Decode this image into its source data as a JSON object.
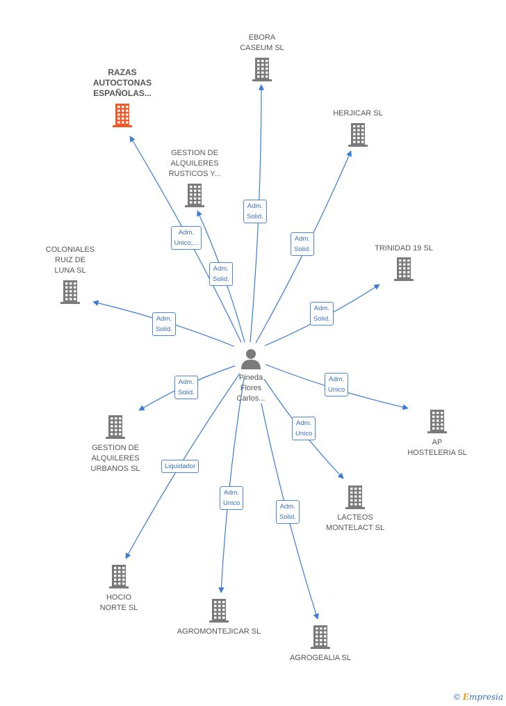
{
  "colors": {
    "edge": "#3a7bd5",
    "building": "#7a7a7a",
    "building_highlight": "#f05a28"
  },
  "center": {
    "name": "Pineda Flores Carlos...",
    "lines": [
      "Pineda",
      "Flores",
      "Carlos..."
    ],
    "icon": "person-icon"
  },
  "companies": [
    {
      "id": "razas",
      "lines": [
        "RAZAS",
        "AUTOCTONAS",
        "ESPAÑOLAS..."
      ],
      "highlight": true,
      "role": [
        "Adm.",
        "Unico,..."
      ]
    },
    {
      "id": "ebora",
      "lines": [
        "EBORA",
        "CASEUM  SL"
      ],
      "highlight": false,
      "role": [
        "Adm.",
        "Solid."
      ]
    },
    {
      "id": "herjicar",
      "lines": [
        "HERJICAR SL"
      ],
      "highlight": false,
      "role": [
        "Adm.",
        "Solid."
      ]
    },
    {
      "id": "gestion-rusticos",
      "lines": [
        "GESTION DE",
        "ALQUILERES",
        "RUSTICOS Y..."
      ],
      "highlight": false,
      "role": [
        "Adm.",
        "Solid."
      ]
    },
    {
      "id": "trinidad",
      "lines": [
        "TRINIDAD 19  SL"
      ],
      "highlight": false,
      "role": [
        "Adm.",
        "Solid."
      ]
    },
    {
      "id": "coloniales",
      "lines": [
        "COLONIALES",
        "RUIZ DE",
        "LUNA  SL"
      ],
      "highlight": false,
      "role": [
        "Adm.",
        "Solid."
      ]
    },
    {
      "id": "gestion-urbanos",
      "lines": [
        "GESTION DE",
        "ALQUILERES",
        "URBANOS  SL"
      ],
      "highlight": false,
      "role": [
        "Adm.",
        "Solid."
      ]
    },
    {
      "id": "ap-hosteleria",
      "lines": [
        "AP",
        "HOSTELERIA SL"
      ],
      "highlight": false,
      "role": [
        "Adm.",
        "Unico"
      ]
    },
    {
      "id": "lacteos",
      "lines": [
        "LACTEOS",
        "MONTELACT  SL"
      ],
      "highlight": false,
      "role": [
        "Adm.",
        "Unico"
      ]
    },
    {
      "id": "hocio",
      "lines": [
        "HOCIO",
        "NORTE SL"
      ],
      "highlight": false,
      "role": [
        "Liquidador"
      ]
    },
    {
      "id": "agromontejicar",
      "lines": [
        "AGROMONTEJICAR SL"
      ],
      "highlight": false,
      "role": [
        "Adm.",
        "Unico"
      ]
    },
    {
      "id": "agrogealia",
      "lines": [
        "AGROGEALIA SL"
      ],
      "highlight": false,
      "role": [
        "Adm.",
        "Solid."
      ]
    }
  ],
  "footer": {
    "copyright": "©",
    "brand_first": "E",
    "brand_rest": "mpresia"
  }
}
